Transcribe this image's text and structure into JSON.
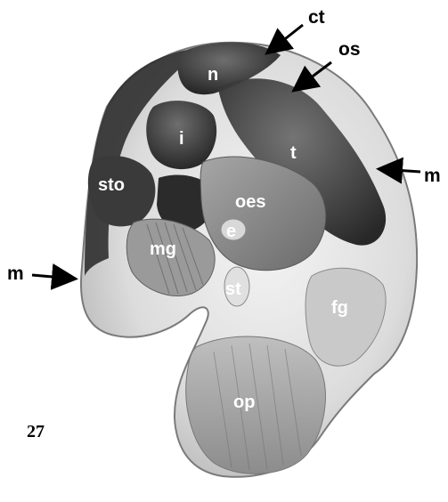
{
  "figure": {
    "number": "27",
    "labels": {
      "ct": "ct",
      "os": "os",
      "n": "n",
      "i": "i",
      "t": "t",
      "m_right": "m",
      "m_left": "m",
      "sto": "sto",
      "oes": "oes",
      "e": "e",
      "mg": "mg",
      "st": "st",
      "fg": "fg",
      "op": "op"
    }
  }
}
